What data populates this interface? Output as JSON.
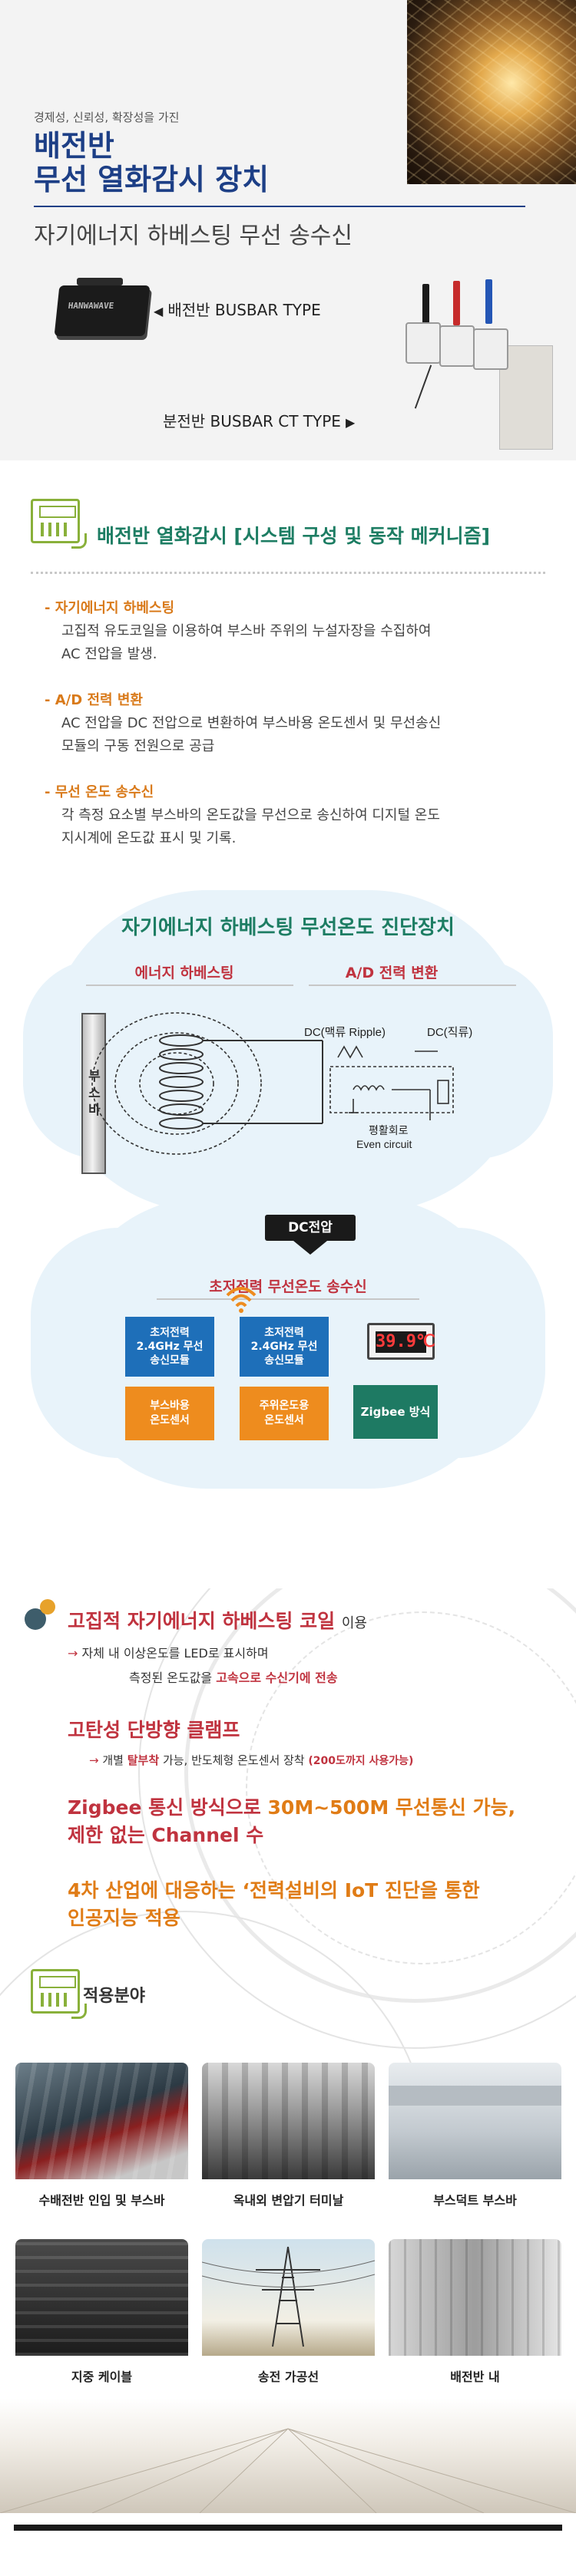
{
  "hero": {
    "subtitle": "경제성, 신뢰성, 확장성을 가진",
    "title_line1": "배전반",
    "title_line2": "무선 열화감시 장치",
    "description": "자기에너지 하베스팅 무선 송수신",
    "device_brand": "HANWAWAVE",
    "busbar_label": "배전반 BUSBAR TYPE",
    "ct_label": "분전반 BUSBAR CT TYPE"
  },
  "section1": {
    "title": "배전반 열화감시 [시스템 구성 및 동작 메커니즘]",
    "features": [
      {
        "heading": "- 자기에너지 하베스팅",
        "line1": "고집적 유도코일을 이용하여 부스바 주위의 누설자장을 수집하여",
        "line2": "AC 전압을 발생."
      },
      {
        "heading": "- A/D 전력 변환",
        "line1": "AC 전압을 DC 전압으로 변환하여 부스바용 온도센서 및 무선송신",
        "line2": "모듈의 구동 전원으로 공급"
      },
      {
        "heading": "- 무선 온도 송수신",
        "line1": "각 측정 요소별 부스바의 온도값을 무선으로 송신하여 디지털 온도",
        "line2": "지시계에 온도값 표시 및 기록."
      }
    ]
  },
  "diagram": {
    "title": "자기에너지 하베스팅 무선온도 진단장치",
    "label_energy": "에너지 하베스팅",
    "label_ad": "A/D 전력 변환",
    "busbar_text": "부스바",
    "dc_ripple": "DC(맥류 Ripple)",
    "dc_flat": "DC(직류)",
    "smoothing_ko": "평활회로",
    "smoothing_en": "Even circuit",
    "dc_voltage": "DC전압",
    "label_wireless": "초저전력 무선온도 송수신",
    "module1": "초저전력\n2.4GHz 무선\n송신모듈",
    "module2": "초저전력\n2.4GHz 무선\n송신모듈",
    "sensor1": "부스바용\n온도센서",
    "sensor2": "주위온도용\n온도센서",
    "display_value": "39.9℃",
    "zigbee": "Zigbee 방식"
  },
  "section2": {
    "p1_title": "고집적 자기에너지 하베스팅 코일",
    "p1_suffix": "이용",
    "p1_line1_arrow": "→",
    "p1_line1": "자체 내 이상온도를 LED로 표시하며",
    "p1_line2_a": "측정된 온도값을",
    "p1_line2_b": "고속으로 수신기에 전송",
    "p2_title": "고탄성 단방향 클램프",
    "p2_line_arrow": "→",
    "p2_line_a": "개별",
    "p2_line_b": "탈부착",
    "p2_line_c": "가능, 반도체형 온도센서 장착",
    "p2_line_d": "(200도까지 사용가능)",
    "p3_a": "Zigbee 통신 방식으로",
    "p3_b": "30M~500M 무선통신 가능,",
    "p3_c": "제한 없는 Channel 수",
    "p4_a": "4차 산업에 대응하는 ‘전력설비의 IoT 진단을 통한",
    "p4_b": "인공지능 적용"
  },
  "applications": {
    "title": "적용분야",
    "items": [
      {
        "label": "수배전반 인입 및 부스바"
      },
      {
        "label": "옥내외 변압기 터미날"
      },
      {
        "label": "부스덕트 부스바"
      },
      {
        "label": "지중 케이블"
      },
      {
        "label": "송전 가공선"
      },
      {
        "label": "배전반 내"
      }
    ]
  },
  "colors": {
    "title_blue": "#1d3f86",
    "section_green": "#1d7d63",
    "accent_orange": "#e07c16",
    "accent_red": "#c0333f",
    "module_blue": "#1e6fb9"
  }
}
